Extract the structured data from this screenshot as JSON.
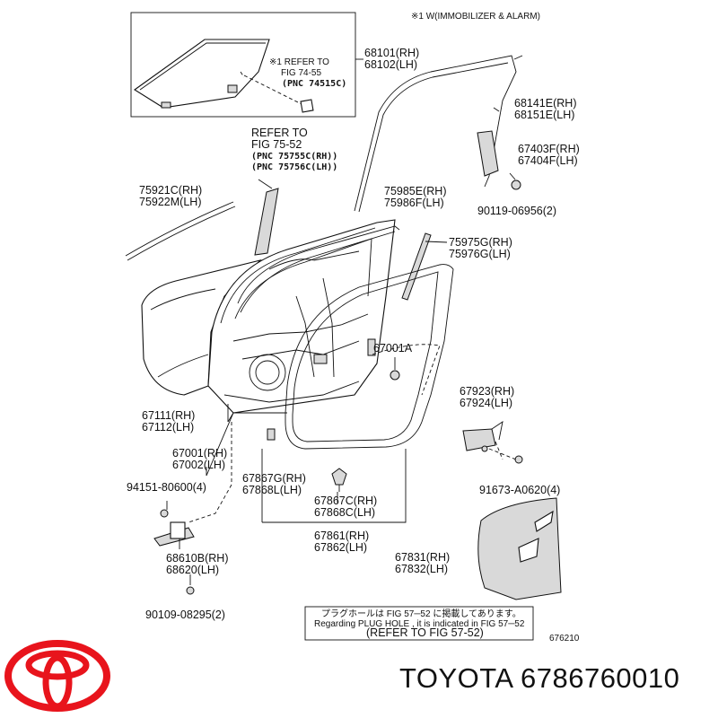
{
  "note_top": "※1 W(IMMOBILIZER & ALARM)",
  "inset": {
    "ref1": "※1 REFER TO",
    "ref2": "FIG 74-55",
    "ref3": "(PNC 74515C)"
  },
  "refer_7552": {
    "l1": "REFER TO",
    "l2": "FIG 75-52",
    "l3": "(PNC 75755C(RH))",
    "l4": "(PNC 75756C(LH))"
  },
  "parts": {
    "p68101": "68101(RH)",
    "p68102": "68102(LH)",
    "p68141": "68141E(RH)",
    "p68151": "68151E(LH)",
    "p67403": "67403F(RH)",
    "p67404": "67404F(LH)",
    "p90119": "90119-06956(2)",
    "p75921": "75921C(RH)",
    "p75922": "75922M(LH)",
    "p75985": "75985E(RH)",
    "p75986": "75986F(LH)",
    "p75975": "75975G(RH)",
    "p75976": "75976G(LH)",
    "p67001A": "67001A",
    "p67111": "67111(RH)",
    "p67112": "67112(LH)",
    "p67001": "67001(RH)",
    "p67002": "67002(LH)",
    "p67923": "67923(RH)",
    "p67924": "67924(LH)",
    "p94151": "94151-80600(4)",
    "p67867G": "67867G(RH)",
    "p67868L": "67868L(LH)",
    "p67867C": "67867C(RH)",
    "p67868C": "67868C(LH)",
    "p91673": "91673-A0620(4)",
    "p68610": "68610B(RH)",
    "p68620": "68620(LH)",
    "p67861": "67861(RH)",
    "p67862": "67862(LH)",
    "p67831": "67831(RH)",
    "p67832": "67832(LH)",
    "p90109": "90109-08295(2)"
  },
  "plug_note": {
    "jp": "プラグホールは FIG 57─52 に掲載してあります。",
    "en": "Regarding PLUG HOLE , it is indicated in FIG 57─52",
    "ref": "(REFER TO FIG 57-52)"
  },
  "fig_no": "676210",
  "footer": {
    "brand_text": "TOYOTA 6786760010"
  },
  "colors": {
    "logo_red": "#e8141c",
    "ink": "#111111"
  }
}
